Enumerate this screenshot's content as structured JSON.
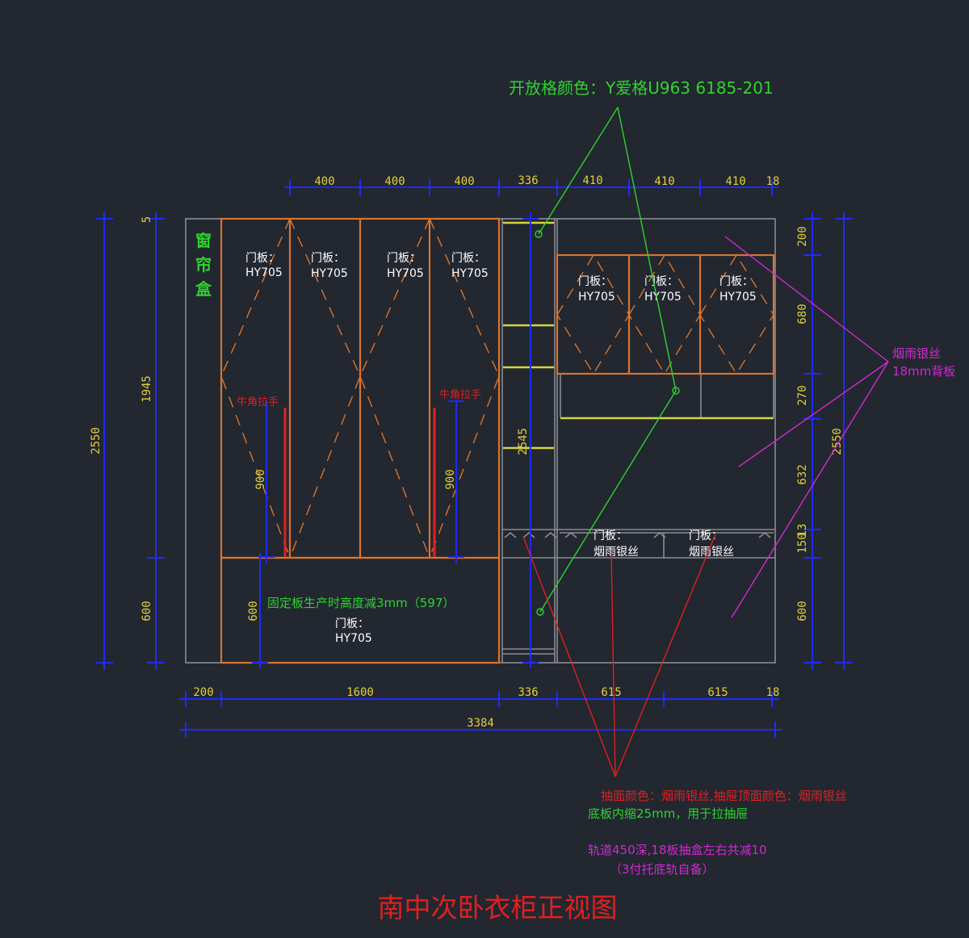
{
  "title": "南中次卧衣柜正视图",
  "open_grid_color": "开放格颜色：Y爱格U963   6185-201",
  "curtain_box": [
    "窗",
    "帘",
    "盒"
  ],
  "door_label": "门板：",
  "door_code": "HY705",
  "handle_label": "牛角拉手",
  "back_panel": [
    "烟雨银丝",
    "18mm背板"
  ],
  "drawer_door_code": "烟雨银丝",
  "fixed_panel_note": "固定板生产时高度减3mm（597）",
  "notes": {
    "drawer_color": "抽面颜色：烟雨银丝,抽屉顶面颜色：烟雨银丝",
    "bottom_inset": "底板内缩25mm，用于拉抽屉",
    "rail_1": "轨道450深,18板抽盒左右共减10",
    "rail_2": "（3付托底轨自备）"
  },
  "dims": {
    "top": [
      "400",
      "400",
      "400",
      "336",
      "410",
      "410",
      "410",
      "18"
    ],
    "bottom": [
      "200",
      "1600",
      "336",
      "615",
      "615",
      "18"
    ],
    "total_width": "3384",
    "left_outer": "2550",
    "left_inner": [
      "5",
      "1945",
      "600"
    ],
    "handle_h": "900",
    "lower_h": "600",
    "center_v": "2545",
    "right_inner": [
      "200",
      "680",
      "270",
      "632",
      "150",
      "13",
      "600"
    ],
    "right_outer": "2550"
  },
  "colors": {
    "background": "#222730",
    "dim": "#1e2bff",
    "dim_text": "#e3d13a",
    "door": "#d9742e",
    "panel": "#8a8d91",
    "shelf": "#d6d63a",
    "green": "#2fd32f",
    "red": "#e02020",
    "magenta": "#d02ad0"
  }
}
